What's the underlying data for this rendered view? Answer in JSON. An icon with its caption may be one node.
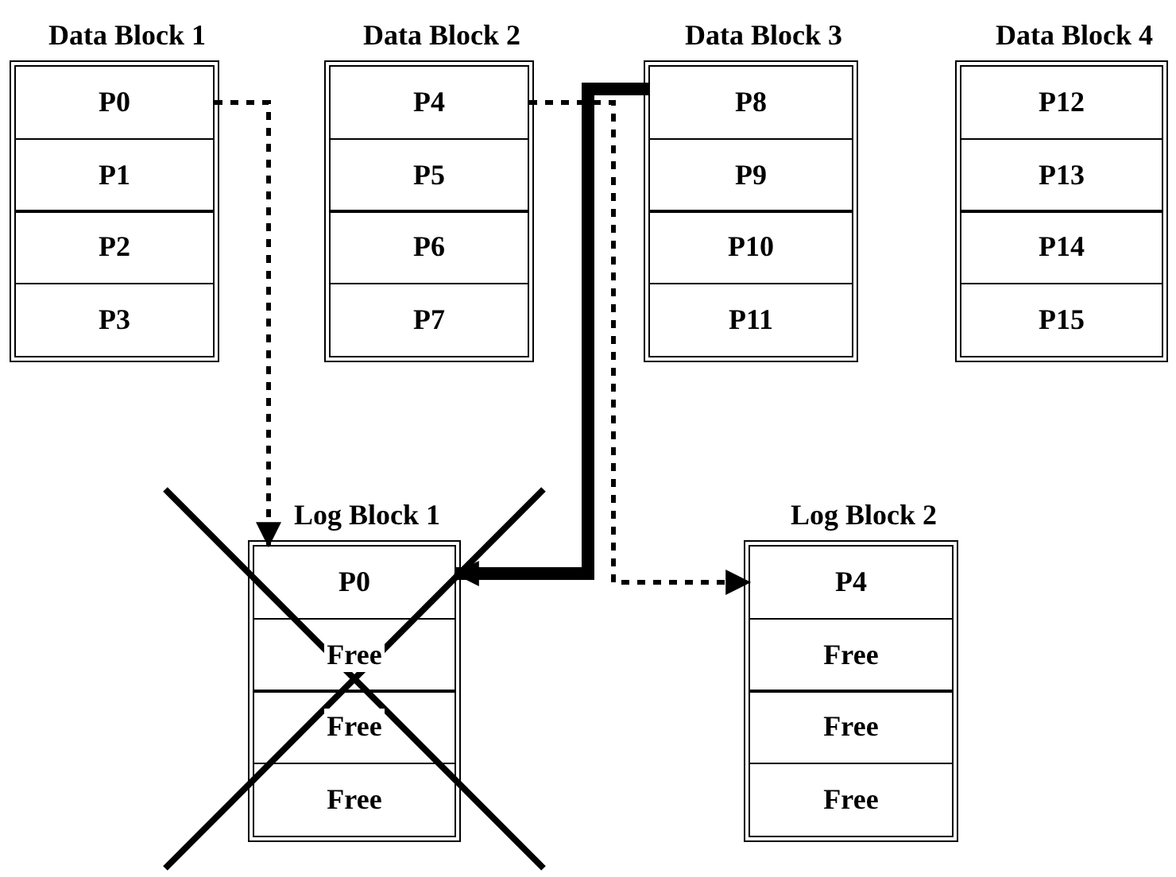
{
  "diagram": {
    "nodes": [
      {
        "text": [
          "Data Block 1"
        ]
      },
      {
        "text": [
          "P0"
        ],
        "in": 0
      },
      {
        "text": [
          "P1"
        ],
        "in": 0
      },
      {
        "text": [
          "P2"
        ],
        "in": 0
      },
      {
        "text": [
          "P3"
        ],
        "in": 0
      },
      {
        "text": [
          "Data Block 2"
        ]
      },
      {
        "text": [
          "P4"
        ],
        "in": 5
      },
      {
        "text": [
          "P5"
        ],
        "in": 5
      },
      {
        "text": [
          "P6"
        ],
        "in": 5
      },
      {
        "text": [
          "P7"
        ],
        "in": 5
      },
      {
        "text": [
          "Data Block 3"
        ]
      },
      {
        "text": [
          "P8"
        ],
        "in": 10
      },
      {
        "text": [
          "P9"
        ],
        "in": 10
      },
      {
        "text": [
          "P10"
        ],
        "in": 10
      },
      {
        "text": [
          "P11"
        ],
        "in": 10
      },
      {
        "text": [
          "Data Block 4"
        ]
      },
      {
        "text": [
          "P12"
        ],
        "in": 15
      },
      {
        "text": [
          "P13"
        ],
        "in": 15
      },
      {
        "text": [
          "P14"
        ],
        "in": 15
      },
      {
        "text": [
          "P15"
        ],
        "in": 15
      },
      {
        "text": [
          "Log Block 1"
        ]
      },
      {
        "text": [
          "P0"
        ],
        "in": 20
      },
      {
        "text": [
          "Free"
        ],
        "in": 20
      },
      {
        "text": [
          "Free"
        ],
        "in": 20
      },
      {
        "text": [
          "Free"
        ],
        "in": 20
      },
      {
        "text": [
          "Log Block 2"
        ]
      },
      {
        "text": [
          "P4"
        ],
        "in": 25
      },
      {
        "text": [
          "Free"
        ],
        "in": 25
      },
      {
        "text": [
          "Free"
        ],
        "in": 25
      },
      {
        "text": [
          "Free"
        ],
        "in": 25
      }
    ],
    "edges": [
      {
        "from": 1,
        "to": 21,
        "arrow": "to",
        "style": "dashed"
      },
      {
        "from": 6,
        "to": 26,
        "arrow": "to",
        "style": "dashed"
      },
      {
        "from": 11,
        "to": 21,
        "arrow": "to",
        "style": "thick"
      }
    ]
  }
}
